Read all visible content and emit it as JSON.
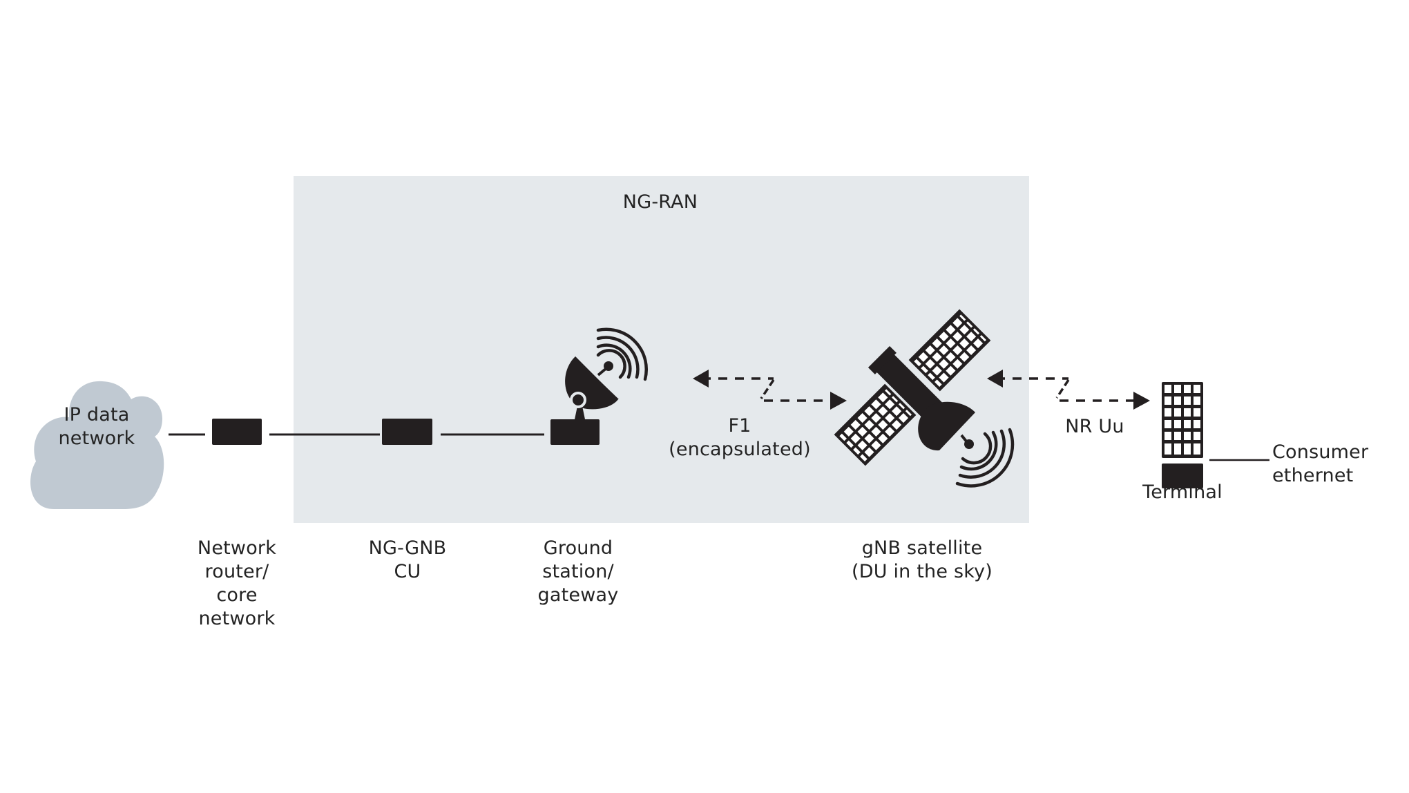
{
  "diagram": {
    "title": "NG-RAN",
    "colors": {
      "region_fill": "#e5e9ec",
      "cloud_fill": "#c0c9d2",
      "device_fill": "#231f20",
      "text": "#232323",
      "background": "#ffffff"
    },
    "nodes": [
      {
        "id": "ip-data-network",
        "label": "IP data\nnetwork",
        "icon": "cloud-icon",
        "in_region": false
      },
      {
        "id": "network-router",
        "label": "Network\nrouter/\ncore\nnetwork",
        "icon": "device-box-icon",
        "in_region": false
      },
      {
        "id": "ng-gnb-cu",
        "label": "NG-GNB\nCU",
        "icon": "device-box-icon",
        "in_region": true
      },
      {
        "id": "ground-station",
        "label": "Ground\nstation/\ngateway",
        "icon": "satellite-dish-icon",
        "in_region": true
      },
      {
        "id": "gnb-satellite",
        "label": "gNB satellite\n(DU in the sky)",
        "icon": "satellite-icon",
        "in_region": true
      },
      {
        "id": "terminal",
        "label": "Terminal",
        "icon": "terminal-icon",
        "in_region": false
      },
      {
        "id": "consumer-ethernet",
        "label": "Consumer\nethernet",
        "icon": null,
        "in_region": false
      }
    ],
    "links": [
      {
        "from": "ip-data-network",
        "to": "network-router",
        "style": "solid",
        "label": ""
      },
      {
        "from": "network-router",
        "to": "ng-gnb-cu",
        "style": "solid",
        "label": ""
      },
      {
        "from": "ng-gnb-cu",
        "to": "ground-station",
        "style": "solid",
        "label": ""
      },
      {
        "from": "ground-station",
        "to": "gnb-satellite",
        "style": "dashed-wireless-bidirectional",
        "label": "F1\n(encapsulated)"
      },
      {
        "from": "gnb-satellite",
        "to": "terminal",
        "style": "dashed-wireless-bidirectional",
        "label": "NR Uu"
      },
      {
        "from": "terminal",
        "to": "consumer-ethernet",
        "style": "solid",
        "label": ""
      }
    ]
  }
}
